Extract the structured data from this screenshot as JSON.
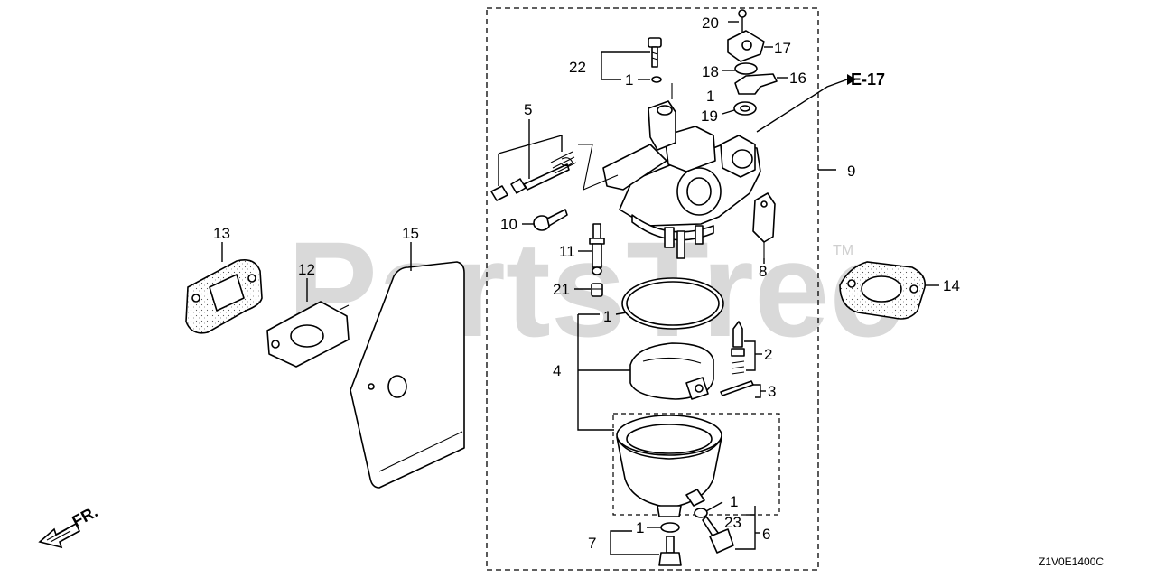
{
  "watermark": "PartsTree",
  "trademark": "TM",
  "reference": "E-17",
  "diagram_code": "Z1V0E1400C",
  "front_indicator": "FR.",
  "callouts": {
    "c1a": "1",
    "c1b": "1",
    "c1c": "1",
    "c1d": "1",
    "c1e": "1",
    "c2": "2",
    "c3": "3",
    "c4": "4",
    "c5": "5",
    "c6": "6",
    "c7": "7",
    "c8": "8",
    "c9": "9",
    "c10": "10",
    "c11": "11",
    "c12": "12",
    "c13": "13",
    "c14": "14",
    "c15": "15",
    "c16": "16",
    "c17": "17",
    "c18": "18",
    "c19": "19",
    "c20": "20",
    "c21": "21",
    "c22": "22",
    "c23": "23"
  }
}
